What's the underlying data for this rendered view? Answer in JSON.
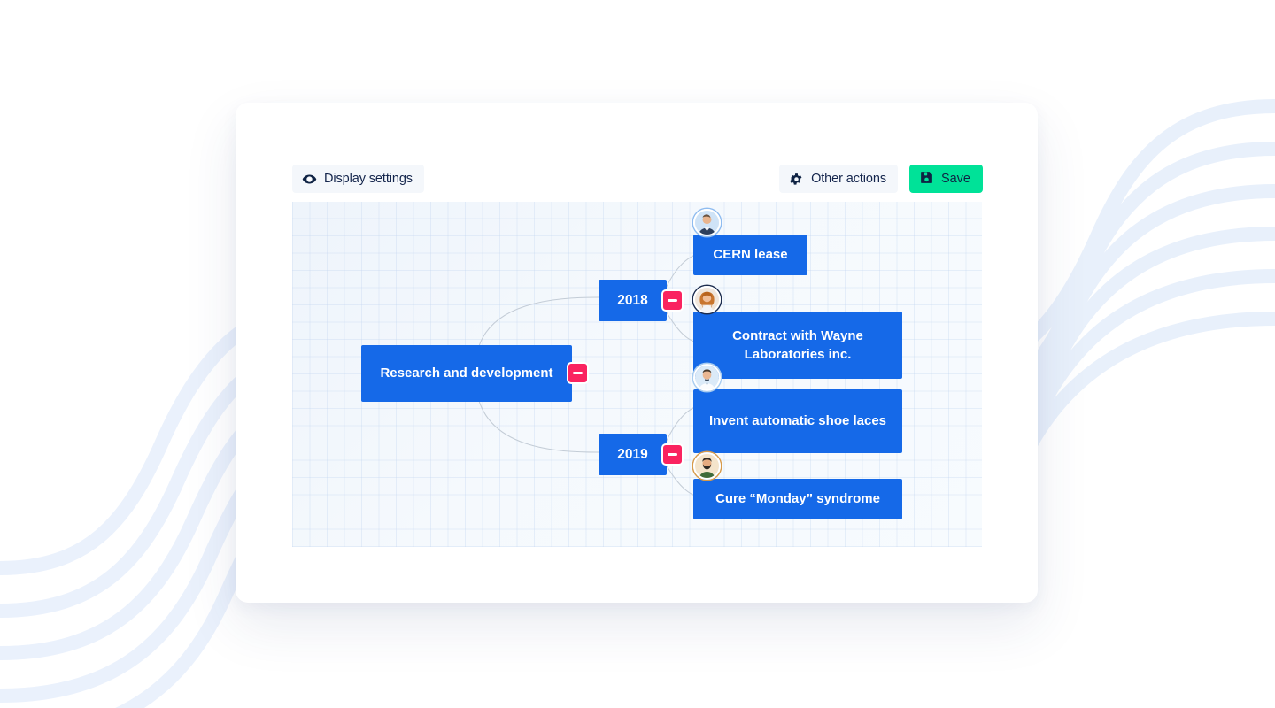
{
  "toolbar": {
    "display_settings_label": "Display settings",
    "other_actions_label": "Other actions",
    "save_label": "Save",
    "display_icon": "eye-icon",
    "other_icon": "gear-icon",
    "save_icon": "floppy-disk-icon",
    "save_color": "#00e298",
    "button_bg": "#f4f7fb",
    "text_color": "#14254c"
  },
  "canvas": {
    "background": "#f1f6fc",
    "grid": true,
    "link_color": "#b9c3cf",
    "node_color": "#1569e8",
    "node_text_color": "#ffffff",
    "toggle_color": "#fa2360"
  },
  "mindmap": {
    "root": {
      "label": "Research and development",
      "collapse_icon": "minus-icon"
    },
    "branches": [
      {
        "label": "2018",
        "collapse_icon": "minus-icon",
        "children": [
          {
            "label": "CERN lease",
            "avatar": "avatar-man-blue",
            "ring": "#8fbcf0"
          },
          {
            "label": "Contract with Wayne Laboratories inc.",
            "avatar": "avatar-woman-dark",
            "ring": "#1d2d4f"
          }
        ]
      },
      {
        "label": "2019",
        "collapse_icon": "minus-icon",
        "children": [
          {
            "label": "Invent automatic shoe laces",
            "avatar": "avatar-man-light",
            "ring": "#a9cdf0"
          },
          {
            "label": "Cure “Monday” syndrome",
            "avatar": "avatar-man-beard",
            "ring": "#d79a4a"
          }
        ]
      }
    ]
  }
}
